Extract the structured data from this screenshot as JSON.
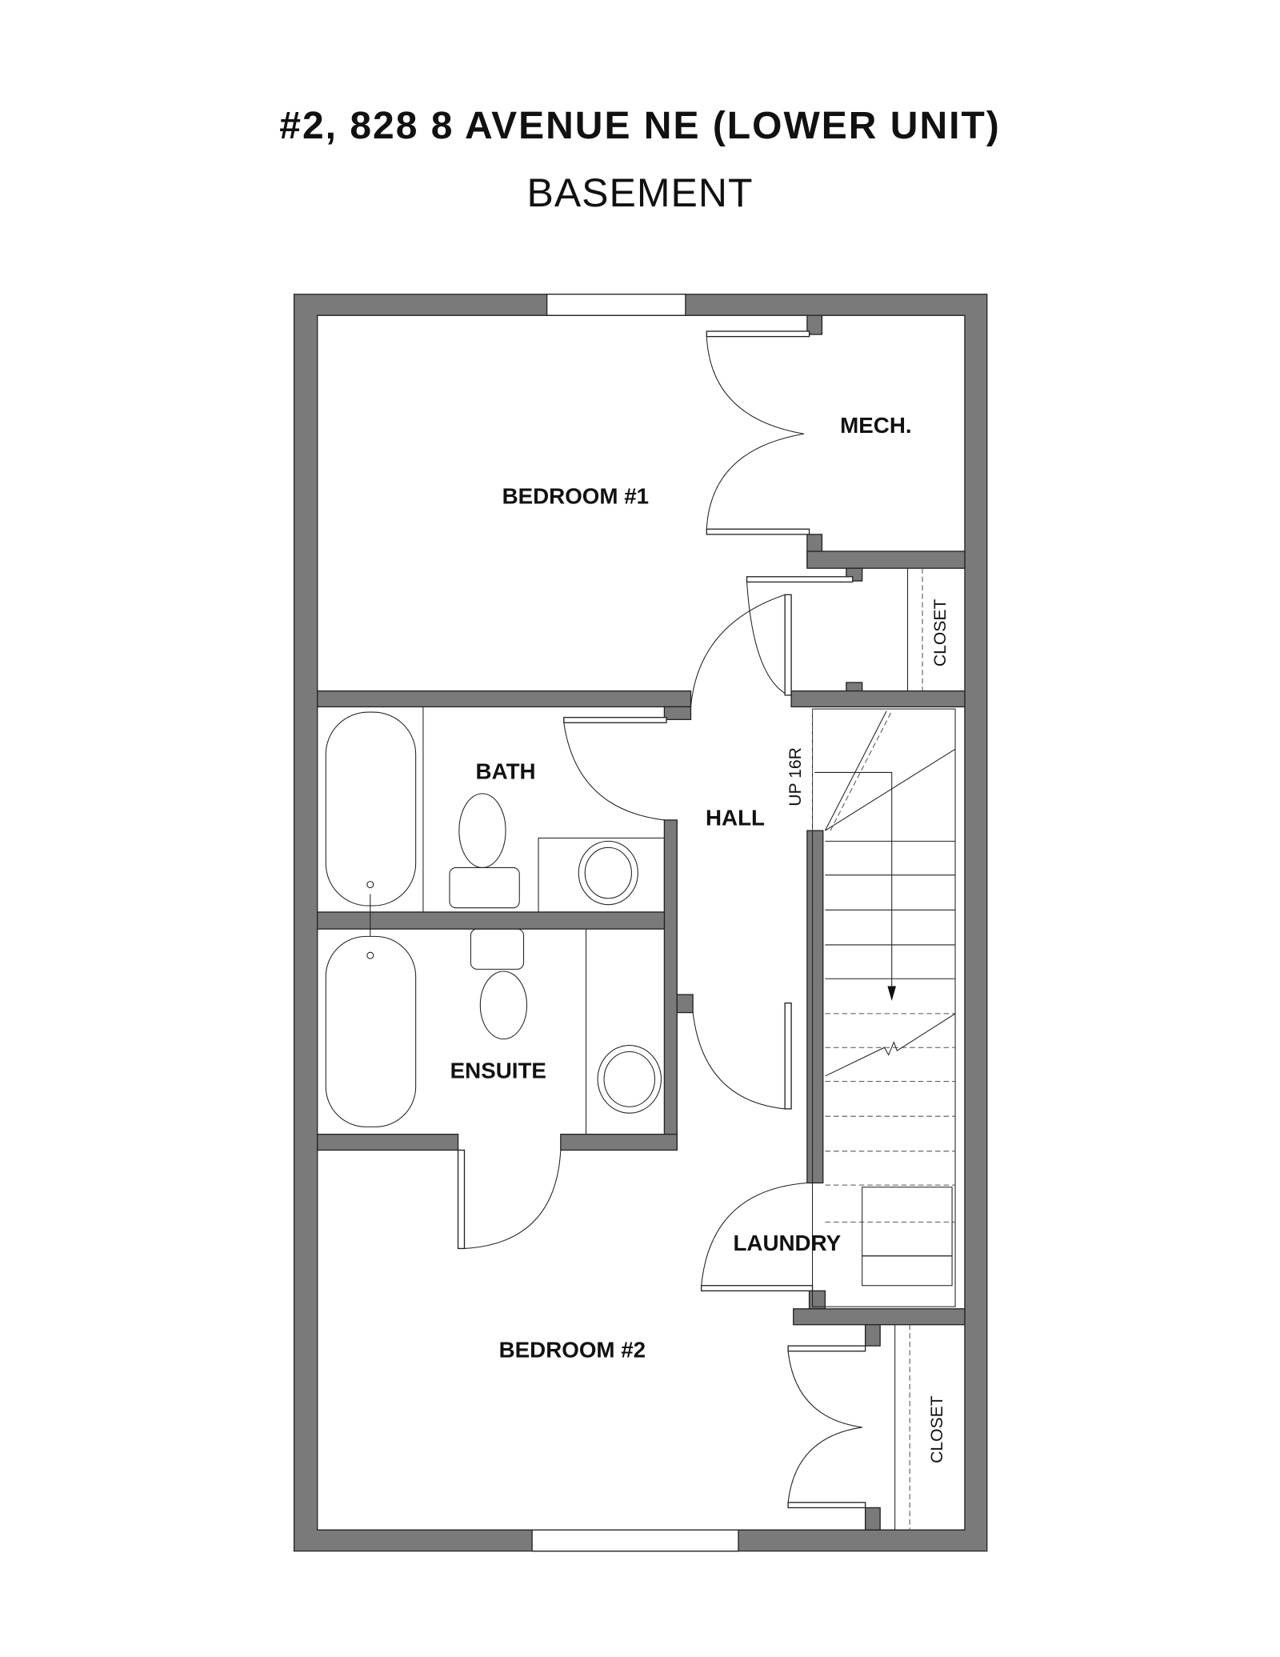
{
  "header": {
    "title": "#2, 828 8 AVENUE NE (LOWER UNIT)",
    "subtitle": "BASEMENT"
  },
  "rooms": {
    "bedroom1": "BEDROOM #1",
    "mech": "MECH.",
    "closet_top": "CLOSET",
    "bath": "BATH",
    "hall": "HALL",
    "stairs": "UP 16R",
    "ensuite": "ENSUITE",
    "laundry": "LAUNDRY",
    "bedroom2": "BEDROOM #2",
    "closet_bottom": "CLOSET"
  },
  "colors": {
    "wall": "#7a7a7a"
  }
}
